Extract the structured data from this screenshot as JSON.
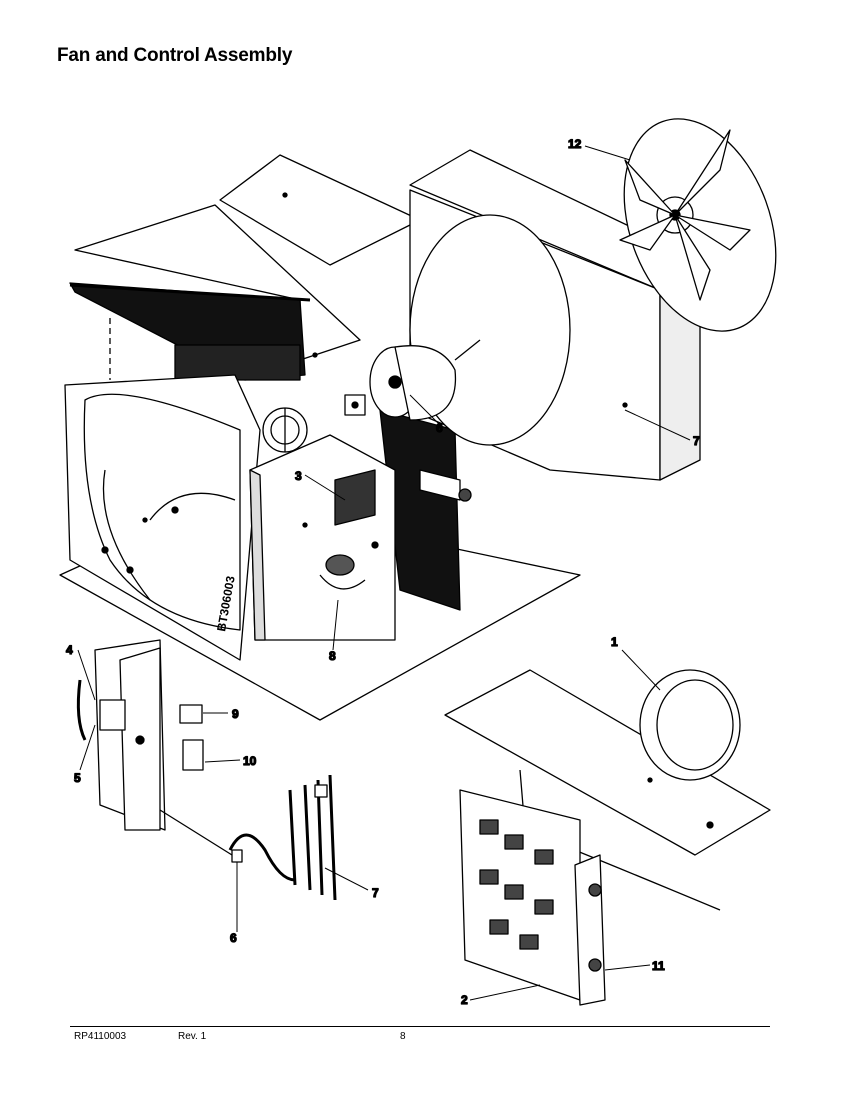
{
  "title": "Fan and Control Assembly",
  "callouts": {
    "c1": "1",
    "c2": "2",
    "c3": "3",
    "c4": "4",
    "c5": "5",
    "c6a": "6",
    "c6b": "6",
    "c7a": "7",
    "c7b": "7",
    "c8a": "8",
    "c9": "9",
    "c10": "10",
    "c11": "11",
    "c12": "12"
  },
  "panel_marking": "BT306003",
  "footer": {
    "doc_id": "RP4110003",
    "rev": "Rev. 1",
    "page": "8"
  }
}
